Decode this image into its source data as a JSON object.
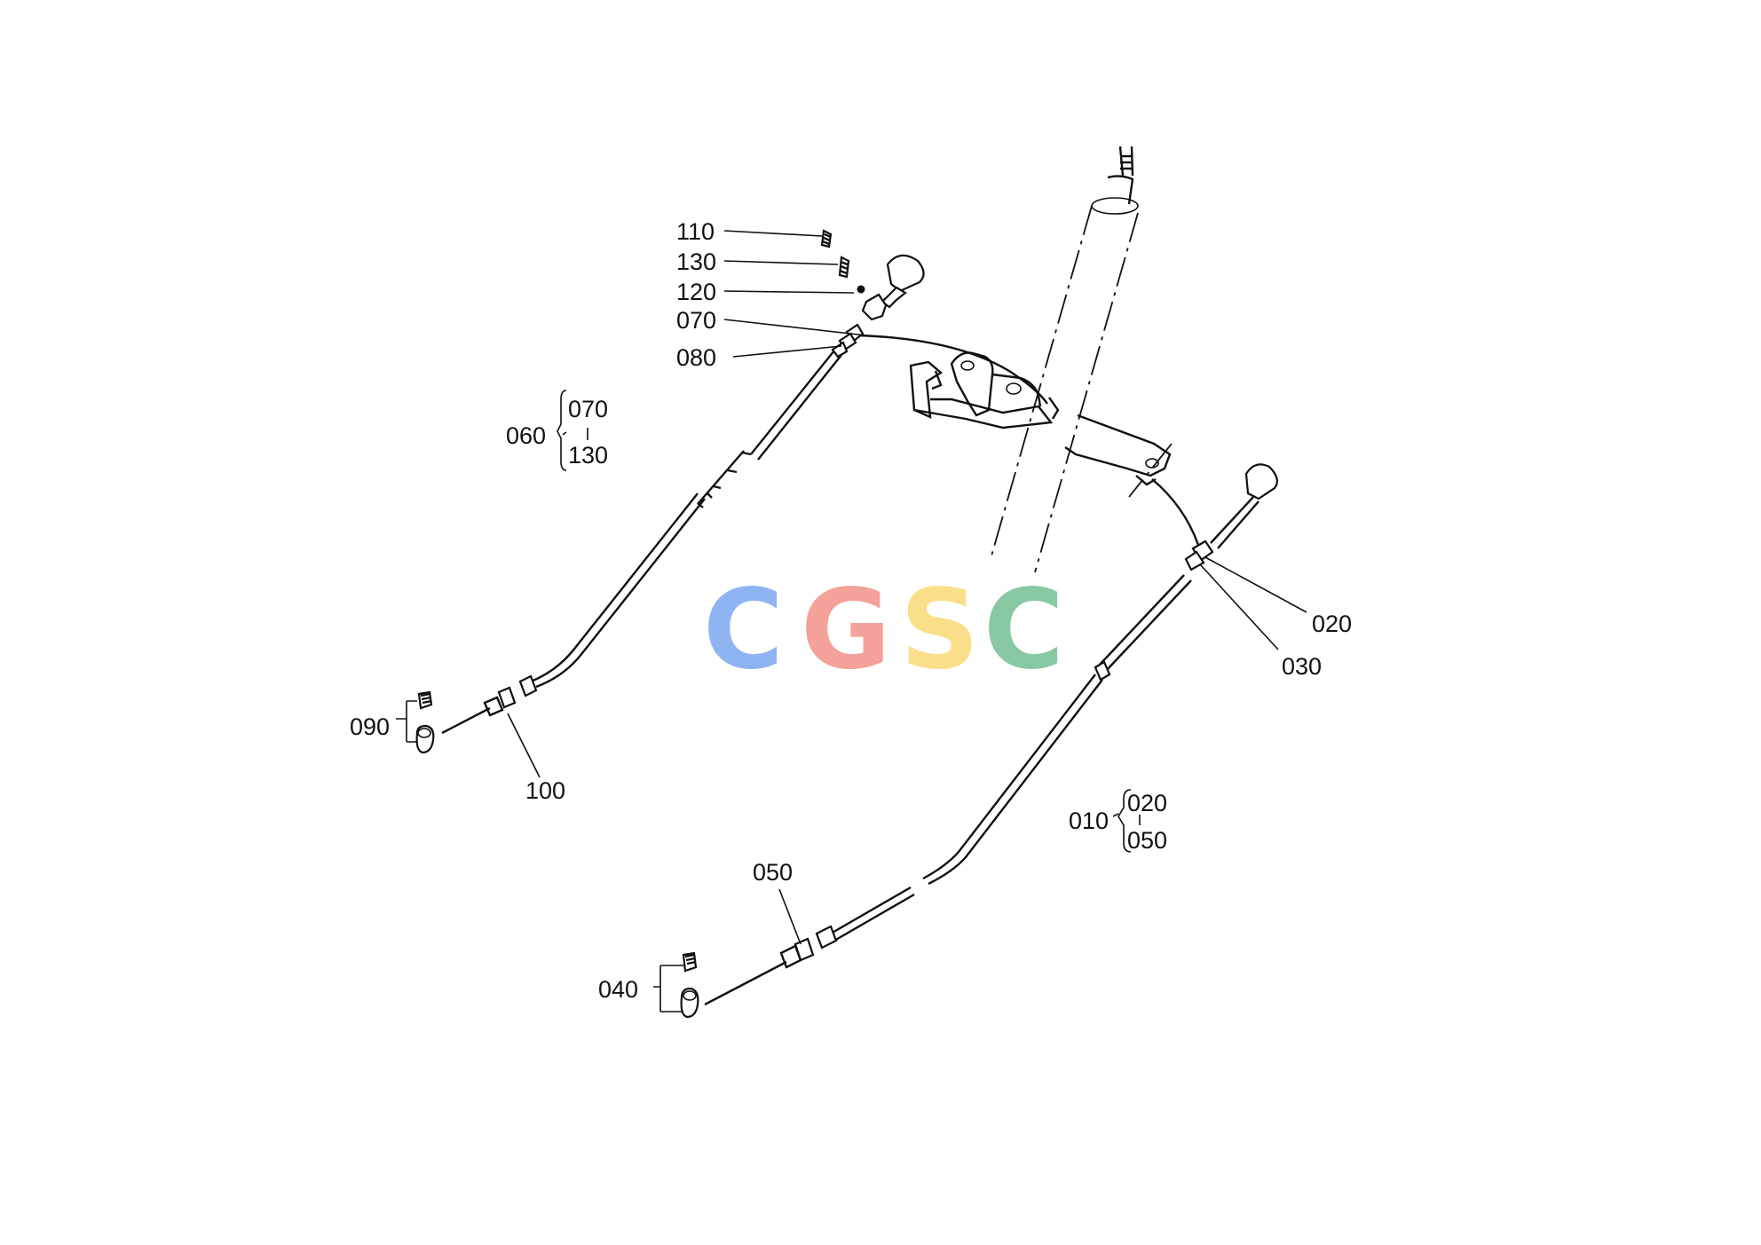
{
  "labels": {
    "p110": "110",
    "p130": "130",
    "p120": "120",
    "p070": "070",
    "p080": "080",
    "p060": "060",
    "p060_from": "070",
    "p060_to": "130",
    "p090": "090",
    "p100": "100",
    "p020": "020",
    "p030": "030",
    "p010": "010",
    "p010_from": "020",
    "p010_to": "050",
    "p050": "050",
    "p040": "040"
  },
  "watermark": {
    "letters": [
      "C",
      "G",
      "S",
      "C"
    ],
    "colors": [
      "#8fb4f4",
      "#f4a29a",
      "#fbde8a",
      "#88c9a3"
    ]
  }
}
